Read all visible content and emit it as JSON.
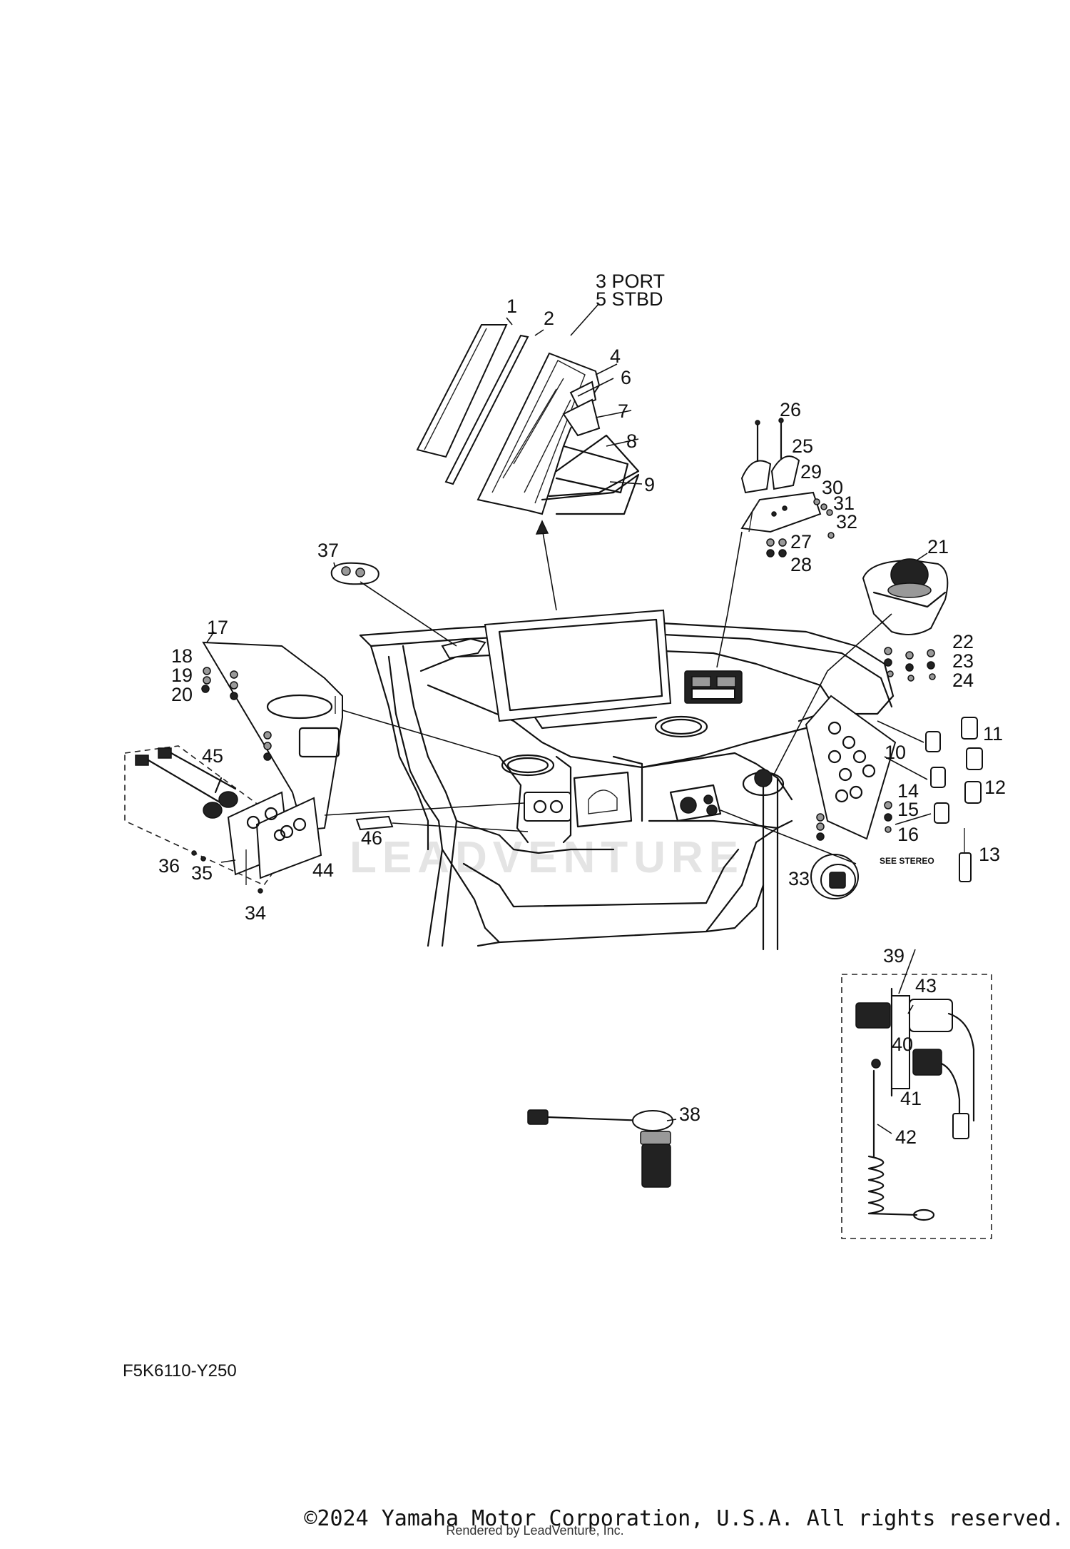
{
  "diagram": {
    "code": "F5K6110-Y250",
    "watermark": "LEADVENTURE",
    "note": "SEE STEREO",
    "callouts": [
      "3 PORT",
      "5 STBD",
      "1",
      "2",
      "4",
      "6",
      "7",
      "8",
      "9",
      "10",
      "11",
      "12",
      "13",
      "14",
      "15",
      "16",
      "17",
      "18",
      "19",
      "20",
      "21",
      "22",
      "23",
      "24",
      "25",
      "26",
      "27",
      "28",
      "29",
      "30",
      "31",
      "32",
      "33",
      "34",
      "35",
      "36",
      "37",
      "38",
      "39",
      "40",
      "41",
      "42",
      "43",
      "44",
      "45",
      "46"
    ]
  },
  "footer": {
    "copyright": "©2024 Yamaha Motor Corporation, U.S.A. All rights reserved.",
    "rendered_by": "Rendered by LeadVenture, Inc."
  }
}
